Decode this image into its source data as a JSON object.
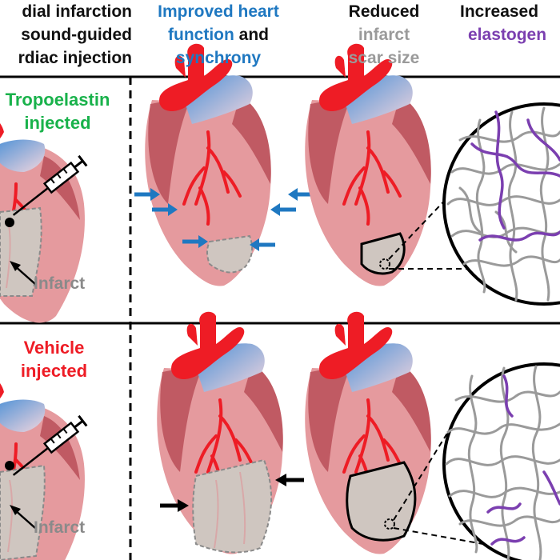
{
  "headers": {
    "col1": [
      "dial infarction",
      "sound-guided",
      "rdiac injection"
    ],
    "col2_line1": "Improved heart",
    "col2_line2_a": "function",
    "col2_line2_b": " and",
    "col2_line3": "synchrony",
    "col3": [
      "Reduced",
      "infarct",
      "scar size"
    ],
    "col4_line1": "Increased",
    "col4_line2": "elastogen"
  },
  "row_top": {
    "label": [
      "Tropoelastin",
      "injected"
    ],
    "infarct_label": "Infarct"
  },
  "row_bottom": {
    "label": [
      "Vehicle",
      "injected"
    ],
    "infarct_label": "Infarct"
  },
  "colors": {
    "heart_body": "#e59a9e",
    "heart_dark": "#c05a63",
    "aorta_red": "#ee1c25",
    "vessel_blue": "#5b9bd5",
    "infarct_grey": "#cfc6c0",
    "arrow_blue": "#1f78c1",
    "elastin_purple": "#7b3fb0",
    "fiber_grey": "#9a9a9a",
    "green_text": "#19b24b",
    "red_text": "#ee1c25"
  }
}
